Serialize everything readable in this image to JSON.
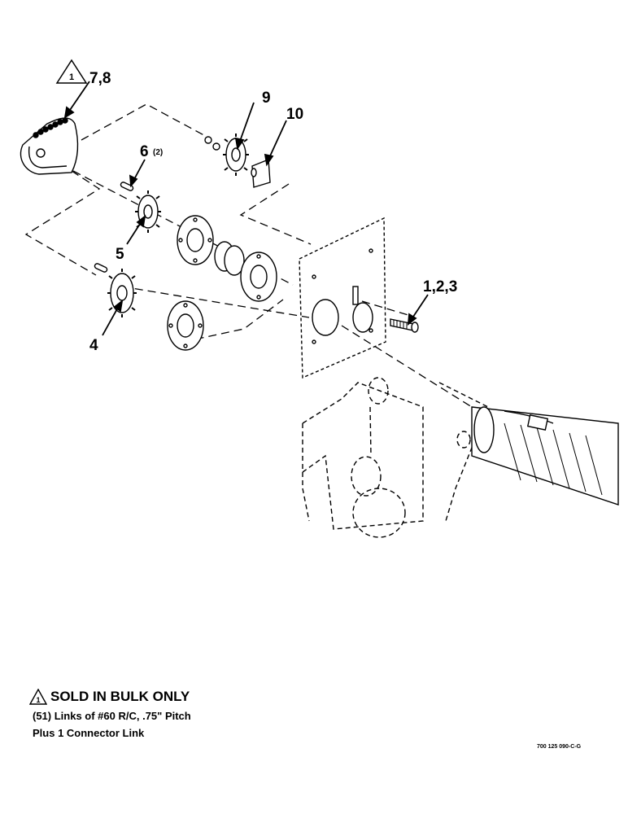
{
  "callouts": {
    "c78": "7,8",
    "c6": "6",
    "c6qty": "(2)",
    "c9": "9",
    "c10": "10",
    "c5": "5",
    "c4": "4",
    "c123": "1,2,3",
    "triangle_mark": "1"
  },
  "note": {
    "triangle_mark": "1",
    "title": "SOLD IN BULK ONLY",
    "line1": "(51) Links of #60 R/C, .75\" Pitch",
    "line2": "Plus 1 Connector Link"
  },
  "drawing_number": "700 125 090-C-G"
}
